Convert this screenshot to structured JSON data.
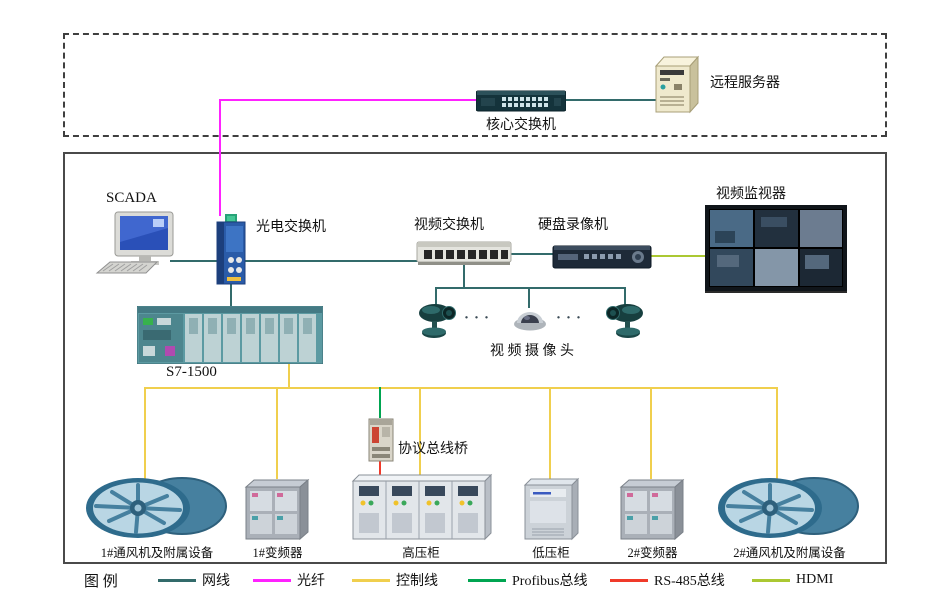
{
  "colors": {
    "network": "#336b6b",
    "fiber": "#ff22ff",
    "control": "#f0cf4e",
    "profibus": "#00a551",
    "rs485": "#f03a2a",
    "hdmi": "#abc832"
  },
  "top_zone": {
    "core_switch": "核心交换机",
    "remote_server": "远程服务器"
  },
  "main_zone": {
    "scada": "SCADA",
    "optical_switch": "光电交换机",
    "video_switch": "视频交换机",
    "dvr": "硬盘录像机",
    "monitor": "视频监视器",
    "plc": "S7-1500",
    "cameras": "视 频 摄 像 头",
    "camera_dots_left": "···",
    "camera_dots_right": "···",
    "bridge": "协议总线桥",
    "bottom_labels": [
      "1#通风机及附属设备",
      "1#变频器",
      "高压柜",
      "低压柜",
      "2#变频器",
      "2#通风机及附属设备"
    ]
  },
  "legend": {
    "title": "图 例",
    "items": [
      {
        "label": "网线"
      },
      {
        "label": "光纤"
      },
      {
        "label": "控制线"
      },
      {
        "label": "Profibus总线"
      },
      {
        "label": "RS-485总线"
      },
      {
        "label": "HDMI"
      }
    ]
  }
}
